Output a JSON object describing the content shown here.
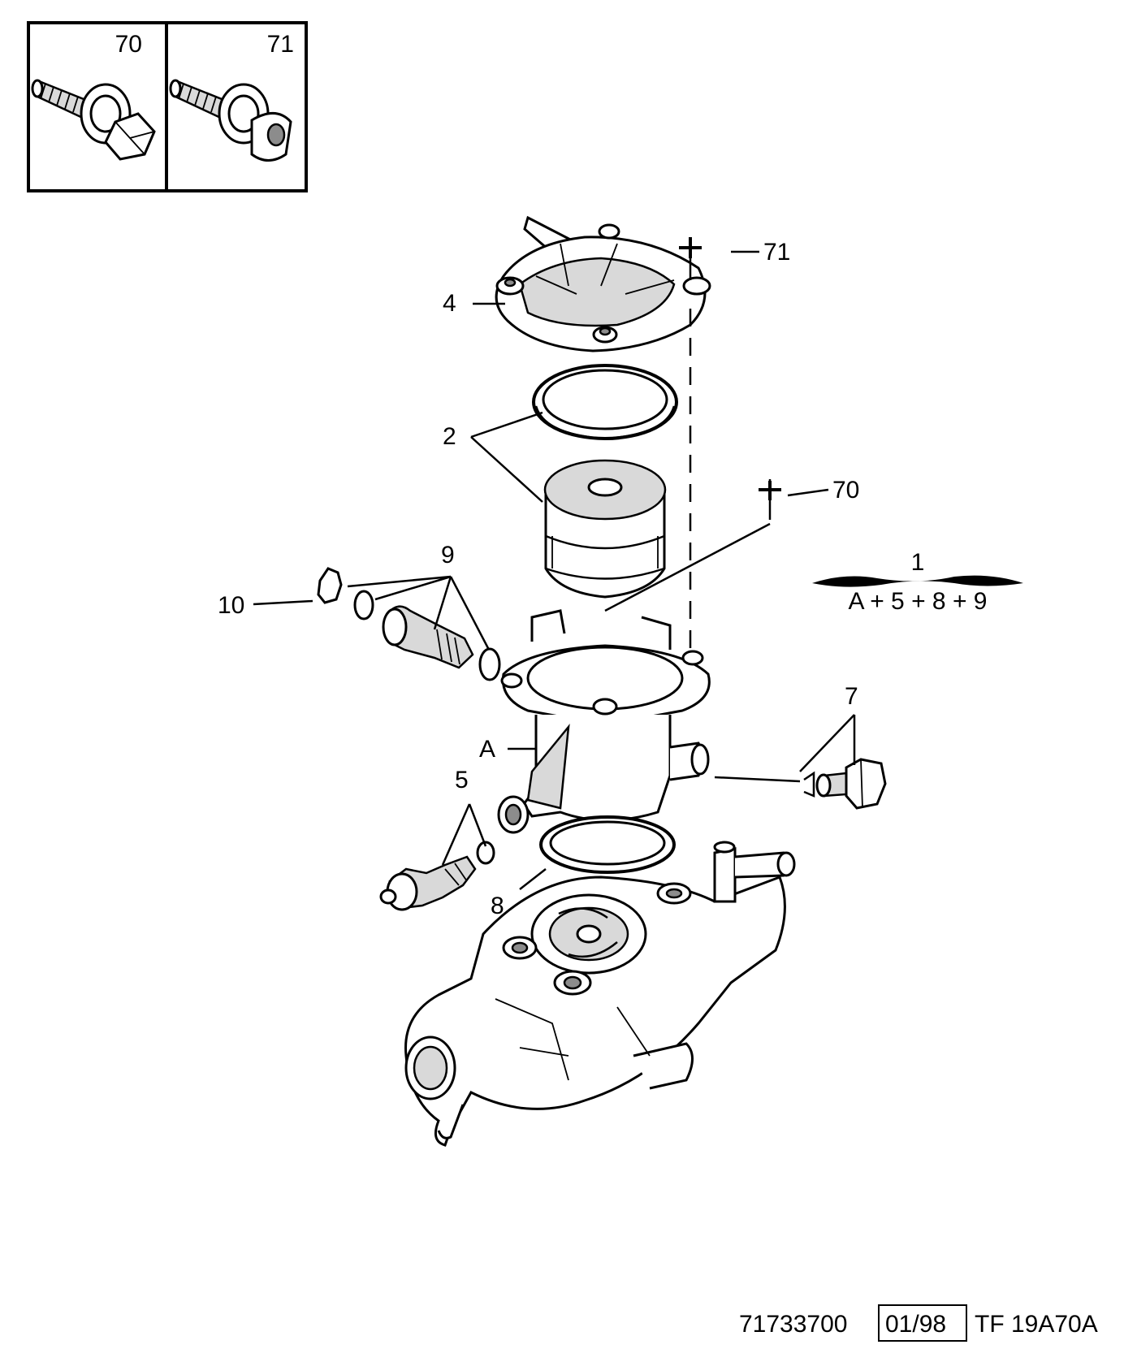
{
  "inset": {
    "left_label": "70",
    "right_label": "71"
  },
  "callouts": {
    "c71": "71",
    "c70": "70",
    "c4": "4",
    "c2": "2",
    "c9": "9",
    "c10": "10",
    "cA": "A",
    "c5": "5",
    "c8": "8",
    "c7": "7",
    "c1": "1"
  },
  "assembly_formula": "A + 5 + 8 + 9",
  "footer": {
    "ref": "71733700",
    "date": "01/98",
    "code": "TF 19A70A"
  },
  "colors": {
    "line": "#000000",
    "shade": "#d9d9d9",
    "dark_shade": "#8c8c8c",
    "background": "#ffffff"
  }
}
